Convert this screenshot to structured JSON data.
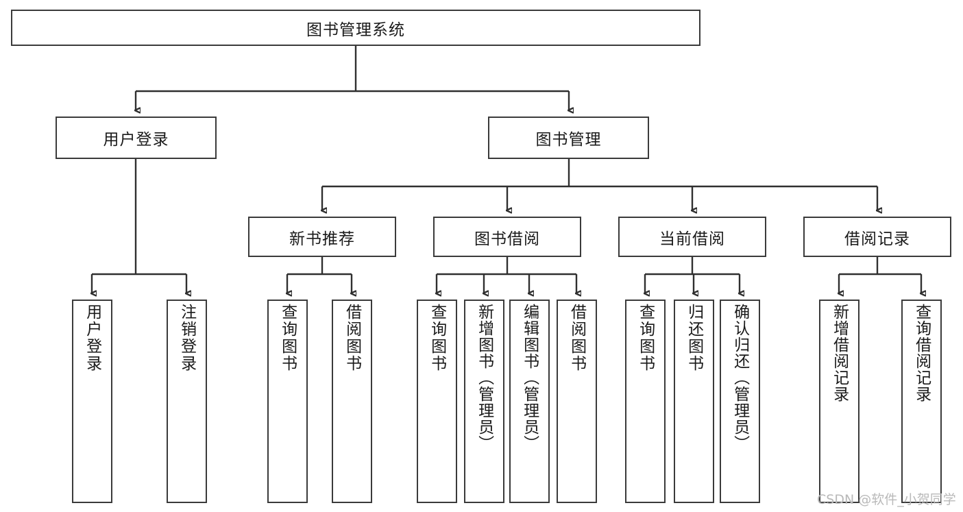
{
  "diagram": {
    "title": "图书管理系统",
    "type": "tree",
    "watermark": "CSDN @软件_小贺同学",
    "colors": {
      "node_border": "#3a3a3a",
      "node_fill": "#ffffff",
      "connector": "#2f2f2f",
      "text": "#1a1a1a",
      "watermark": "#b9b9b9"
    },
    "levels": {
      "root": {
        "label": "图书管理系统"
      },
      "level2": [
        {
          "label": "用户登录"
        },
        {
          "label": "图书管理"
        }
      ],
      "level3": [
        {
          "label": "新书推荐"
        },
        {
          "label": "图书借阅"
        },
        {
          "label": "当前借阅"
        },
        {
          "label": "借阅记录"
        }
      ],
      "leaves": {
        "user_login": [
          {
            "label": "用户登录"
          },
          {
            "label": "注销登录"
          }
        ],
        "new_book_recommend": [
          {
            "label": "查询图书"
          },
          {
            "label": "借阅图书"
          }
        ],
        "book_borrow": [
          {
            "label": "查询图书"
          },
          {
            "label": "新增图书（管理员）"
          },
          {
            "label": "编辑图书（管理员）"
          },
          {
            "label": "借阅图书"
          }
        ],
        "current_borrow": [
          {
            "label": "查询图书"
          },
          {
            "label": "归还图书"
          },
          {
            "label": "确认归还（管理员）"
          }
        ],
        "borrow_record": [
          {
            "label": "新增借阅记录"
          },
          {
            "label": "查询借阅记录"
          }
        ]
      }
    }
  }
}
